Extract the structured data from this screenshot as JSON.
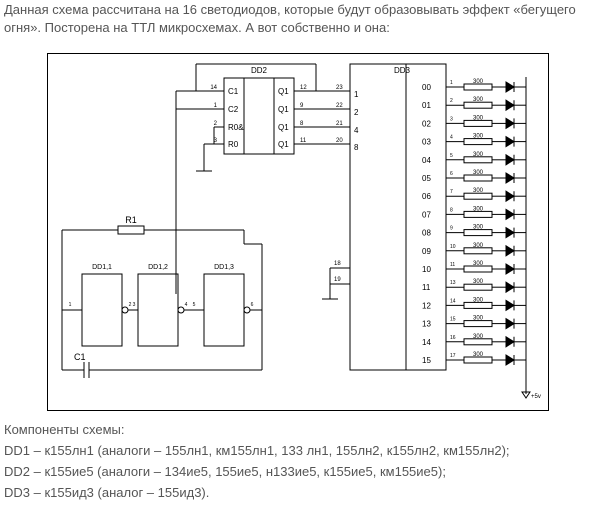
{
  "article": {
    "intro": "Данная схема рассчитана на 16 светодиодов, которые будут образовывать эффект «бегущего огня». Посторена на ТТЛ микросхемах. А вот собственно и она:"
  },
  "schematic": {
    "dd2": {
      "title": "DD2",
      "inputs": [
        "C1",
        "C2",
        "R0&",
        "R0"
      ],
      "outputs": [
        "Q1",
        "Q1",
        "Q1",
        "Q1"
      ],
      "input_pins": [
        "14",
        "1",
        "2",
        "3"
      ],
      "output_pins": [
        "12",
        "9",
        "8",
        "11"
      ]
    },
    "dd3": {
      "title": "DD3",
      "inputs": [
        "1",
        "2",
        "4",
        "8"
      ],
      "input_pins": [
        "23",
        "22",
        "21",
        "20"
      ],
      "outputs": [
        "00",
        "01",
        "02",
        "03",
        "04",
        "05",
        "06",
        "07",
        "08",
        "09",
        "10",
        "11",
        "12",
        "13",
        "14",
        "15"
      ],
      "output_pins": [
        "1",
        "2",
        "3",
        "4",
        "5",
        "6",
        "7",
        "8",
        "9",
        "10",
        "11",
        "13",
        "14",
        "15",
        "16",
        "17"
      ],
      "gnd_pins": [
        "18",
        "19"
      ]
    },
    "dd1": {
      "gates": [
        "DD1,1",
        "DD1,2",
        "DD1,3"
      ],
      "pins": [
        "1",
        "2",
        "3",
        "4",
        "5",
        "6"
      ]
    },
    "resistor_label": "R1",
    "capacitor_label": "C1",
    "led_resistor_value": "300",
    "supply_label": "+5v"
  },
  "components": {
    "heading": "Компоненты схемы:",
    "lines": [
      "DD1 – к155лн1 (аналоги – 155лн1, км155лн1, 133 лн1, 155лн2, к155лн2, км155лн2);",
      "DD2 – к155ие5 (аналоги – 134ие5, 155ие5, н133ие5, к155ие5, км155ие5);",
      "DD3 – к155ид3 (аналог – 155ид3)."
    ]
  }
}
